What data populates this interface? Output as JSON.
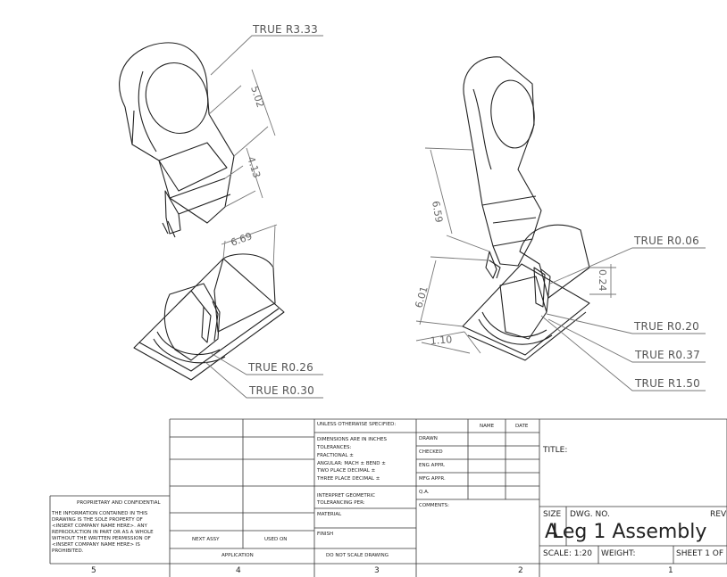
{
  "callouts": {
    "r333": "TRUE R3.33",
    "r006": "TRUE R0.06",
    "r020": "TRUE R0.20",
    "r037": "TRUE R0.37",
    "r150": "TRUE R1.50",
    "r026": "TRUE R0.26",
    "r030": "TRUE R0.30"
  },
  "dimensions": {
    "d502": "5.02",
    "d413": "4.13",
    "d669a": "6.69",
    "d659": "6.59",
    "d601": "6.01",
    "d110": "1.10",
    "d024": "0.24"
  },
  "title_block": {
    "unless": "UNLESS OTHERWISE SPECIFIED:",
    "name_col": "NAME",
    "date_col": "DATE",
    "dims_line1": "DIMENSIONS ARE IN INCHES",
    "dims_line2": "TOLERANCES:",
    "dims_line3": "FRACTIONAL ±",
    "dims_line4": "ANGULAR: MACH ±    BEND ±",
    "dims_line5": "TWO PLACE DECIMAL   ±",
    "dims_line6": "THREE PLACE DECIMAL  ±",
    "interpret1": "INTERPRET GEOMETRIC",
    "interpret2": "TOLERANCING PER:",
    "material": "MATERIAL",
    "finish": "FINISH",
    "do_not_scale": "DO NOT SCALE DRAWING",
    "drawn": "DRAWN",
    "checked": "CHECKED",
    "eng_appr": "ENG APPR.",
    "mfg_appr": "MFG APPR.",
    "qa": "Q.A.",
    "comments": "COMMENTS:",
    "title_label": "TITLE:",
    "size_label": "SIZE",
    "size_value": "A",
    "dwg_no_label": "DWG.  NO.",
    "rev_label": "REV",
    "dwg_title": "Leg 1 Assembly",
    "scale": "SCALE: 1:20",
    "weight": "WEIGHT:",
    "sheet": "SHEET 1 OF",
    "next_assy": "NEXT ASSY",
    "used_on": "USED ON",
    "application": "APPLICATION",
    "proprietary_title": "PROPRIETARY AND CONFIDENTIAL",
    "proprietary_lines": [
      "THE INFORMATION CONTAINED IN THIS",
      "DRAWING IS THE SOLE PROPERTY OF",
      "<INSERT COMPANY NAME HERE>.  ANY",
      "REPRODUCTION IN PART OR AS A WHOLE",
      "WITHOUT THE WRITTEN PERMISSION OF",
      "<INSERT COMPANY NAME HERE> IS",
      "PROHIBITED."
    ]
  },
  "zones": [
    "5",
    "4",
    "3",
    "2",
    "1"
  ]
}
